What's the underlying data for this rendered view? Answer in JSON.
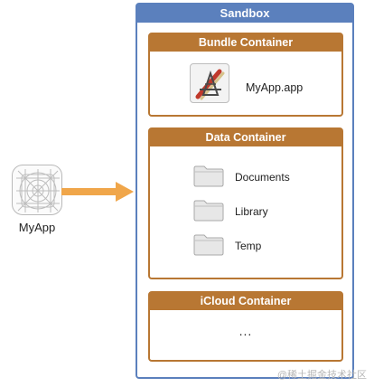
{
  "app": {
    "label": "MyApp",
    "icon": "app-blueprint-icon"
  },
  "sandbox": {
    "title": "Sandbox",
    "bundle": {
      "title": "Bundle Container",
      "app_label": "MyApp.app",
      "icon": "xcode-app-icon"
    },
    "data": {
      "title": "Data Container",
      "folders": [
        {
          "label": "Documents",
          "icon": "folder-icon"
        },
        {
          "label": "Library",
          "icon": "folder-icon"
        },
        {
          "label": "Temp",
          "icon": "folder-icon"
        }
      ]
    },
    "icloud": {
      "title": "iCloud Container",
      "content": "..."
    }
  },
  "watermark": "@稀土掘金技术社区",
  "colors": {
    "sandbox": "#5b80bd",
    "container": "#b87733",
    "arrow": "#f0a64a"
  }
}
